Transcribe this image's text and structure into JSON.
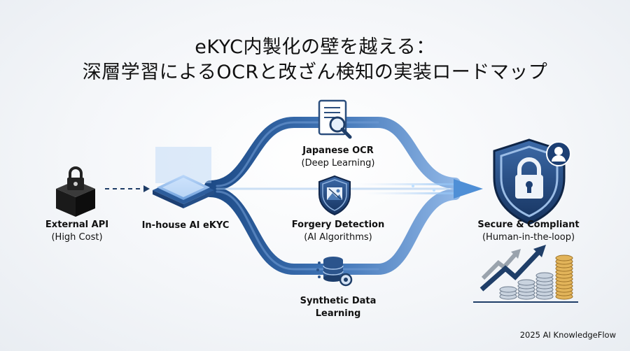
{
  "title": {
    "line1": "eKYC内製化の壁を越える：",
    "line2": "深層学習によるOCRと改ざん検知の実装ロードマップ"
  },
  "nodes": {
    "external": {
      "title": "External API",
      "sub": "(High Cost)"
    },
    "inhouse": {
      "title": "In-house AI eKYC"
    },
    "ocr": {
      "title": "Japanese OCR",
      "sub": "(Deep Learning)"
    },
    "forgery": {
      "title": "Forgery Detection",
      "sub": "(AI Algorithms)"
    },
    "synthetic": {
      "title": "Synthetic Data",
      "title2": "Learning"
    },
    "secure": {
      "title": "Secure & Compliant",
      "sub": "(Human-in-the-loop)"
    }
  },
  "credit": "2025 AI KnowledgeFlow",
  "colors": {
    "flow_dark": "#1f4f8a",
    "flow_light": "#a9c6ea",
    "arrow": "#5fa3e6",
    "shield": "#1c3f73",
    "gold": "#e2b45a"
  }
}
